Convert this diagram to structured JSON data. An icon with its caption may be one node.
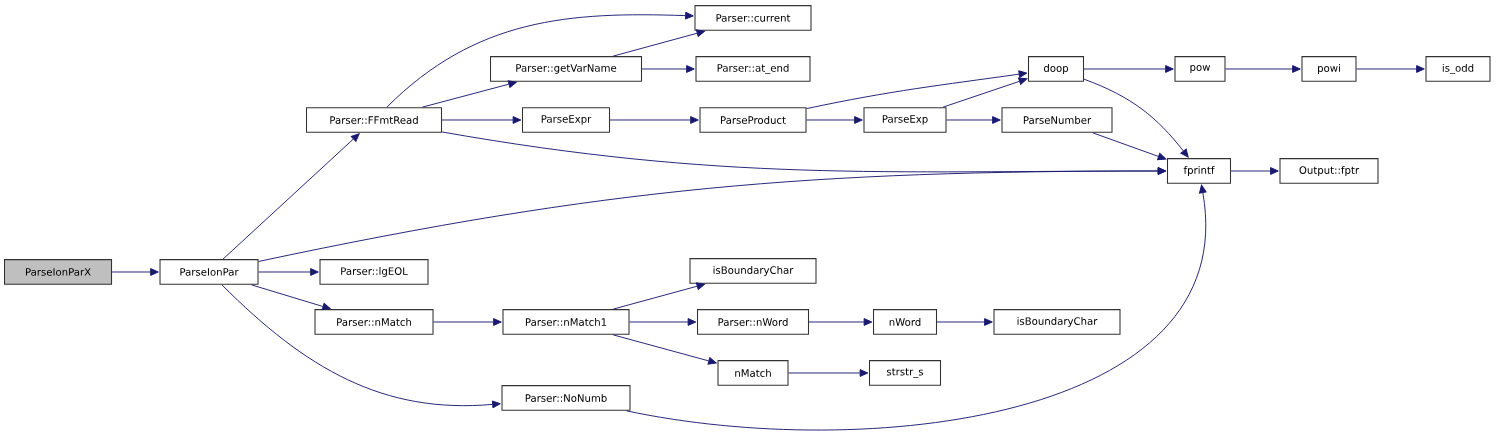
{
  "diagram": {
    "nodes": [
      {
        "text": [
          "ParseIonParX"
        ]
      },
      {
        "text": [
          "ParseIonPar"
        ]
      },
      {
        "text": [
          "Parser::FFmtRead"
        ]
      },
      {
        "text": [
          "Parser::current"
        ]
      },
      {
        "text": [
          "Parser::getVarName"
        ]
      },
      {
        "text": [
          "Parser::at_end"
        ]
      },
      {
        "text": [
          "ParseExpr"
        ]
      },
      {
        "text": [
          "ParseProduct"
        ]
      },
      {
        "text": [
          "ParseExp"
        ]
      },
      {
        "text": [
          "doop"
        ]
      },
      {
        "text": [
          "pow"
        ]
      },
      {
        "text": [
          "powi"
        ]
      },
      {
        "text": [
          "is_odd"
        ]
      },
      {
        "text": [
          "ParseNumber"
        ]
      },
      {
        "text": [
          "fprintf"
        ]
      },
      {
        "text": [
          "Output::fptr"
        ]
      },
      {
        "text": [
          "Parser::lgEOL"
        ]
      },
      {
        "text": [
          "Parser::nMatch"
        ]
      },
      {
        "text": [
          "Parser::nMatch1"
        ]
      },
      {
        "text": [
          "isBoundaryChar"
        ]
      },
      {
        "text": [
          "Parser::nWord"
        ]
      },
      {
        "text": [
          "nWord"
        ]
      },
      {
        "text": [
          "isBoundaryChar"
        ]
      },
      {
        "text": [
          "nMatch"
        ]
      },
      {
        "text": [
          "strstr_s"
        ]
      },
      {
        "text": [
          "Parser::NoNumb"
        ]
      }
    ],
    "edges": [
      {
        "from": 0,
        "to": 1,
        "arrow": "to"
      },
      {
        "from": 1,
        "to": 2,
        "arrow": "to"
      },
      {
        "from": 1,
        "to": 14,
        "arrow": "to"
      },
      {
        "from": 1,
        "to": 16,
        "arrow": "to"
      },
      {
        "from": 1,
        "to": 17,
        "arrow": "to"
      },
      {
        "from": 1,
        "to": 25,
        "arrow": "to"
      },
      {
        "from": 2,
        "to": 3,
        "arrow": "to"
      },
      {
        "from": 2,
        "to": 4,
        "arrow": "to"
      },
      {
        "from": 2,
        "to": 6,
        "arrow": "to"
      },
      {
        "from": 2,
        "to": 14,
        "arrow": "to"
      },
      {
        "from": 4,
        "to": 3,
        "arrow": "to"
      },
      {
        "from": 4,
        "to": 5,
        "arrow": "to"
      },
      {
        "from": 6,
        "to": 7,
        "arrow": "to"
      },
      {
        "from": 7,
        "to": 9,
        "arrow": "to"
      },
      {
        "from": 7,
        "to": 8,
        "arrow": "to"
      },
      {
        "from": 8,
        "to": 9,
        "arrow": "to"
      },
      {
        "from": 8,
        "to": 13,
        "arrow": "to"
      },
      {
        "from": 9,
        "to": 10,
        "arrow": "to"
      },
      {
        "from": 9,
        "to": 14,
        "arrow": "to"
      },
      {
        "from": 10,
        "to": 11,
        "arrow": "to"
      },
      {
        "from": 11,
        "to": 12,
        "arrow": "to"
      },
      {
        "from": 13,
        "to": 14,
        "arrow": "to"
      },
      {
        "from": 14,
        "to": 15,
        "arrow": "to"
      },
      {
        "from": 17,
        "to": 18,
        "arrow": "to"
      },
      {
        "from": 18,
        "to": 19,
        "arrow": "to"
      },
      {
        "from": 18,
        "to": 20,
        "arrow": "to"
      },
      {
        "from": 18,
        "to": 23,
        "arrow": "to"
      },
      {
        "from": 20,
        "to": 21,
        "arrow": "to"
      },
      {
        "from": 21,
        "to": 22,
        "arrow": "to"
      },
      {
        "from": 23,
        "to": 24,
        "arrow": "to"
      },
      {
        "from": 25,
        "to": 14,
        "arrow": "to"
      }
    ]
  }
}
